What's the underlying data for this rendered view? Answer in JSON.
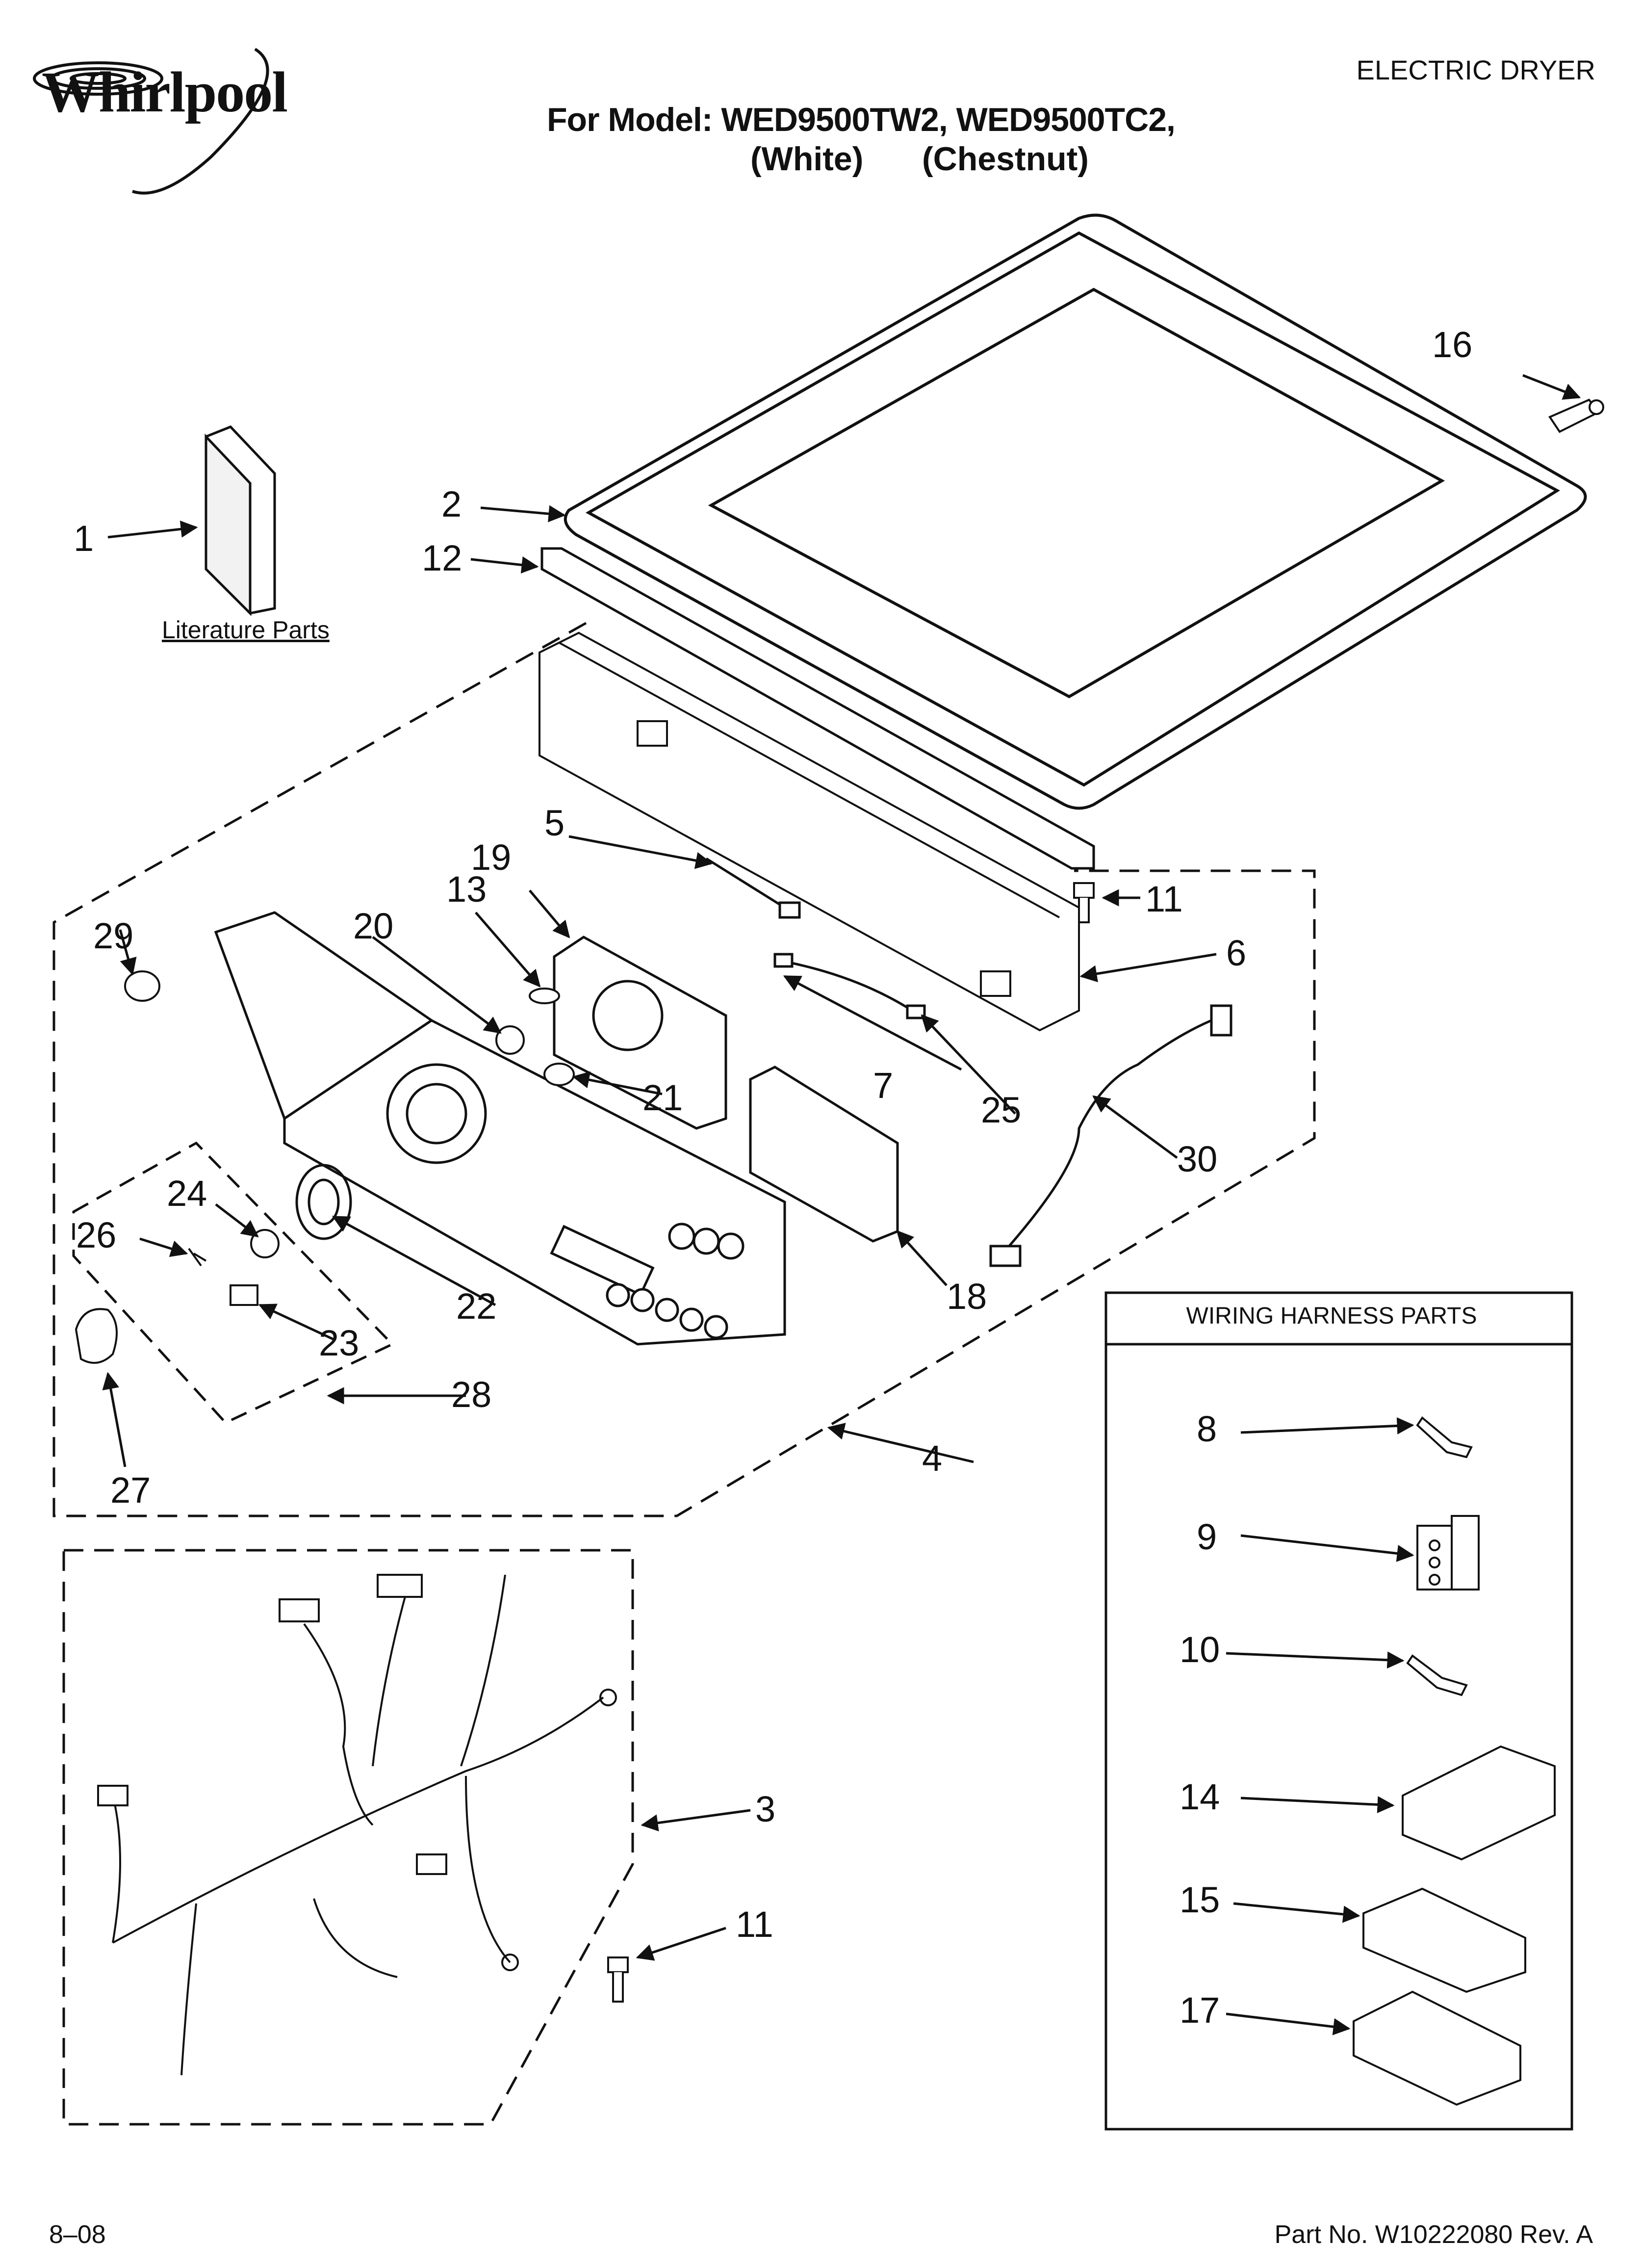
{
  "header": {
    "brand": "Whirlpool",
    "doc_type": "ELECTRIC DRYER",
    "model_line": "For Model: WED9500TW2, WED9500TC2,",
    "variant_white": "(White)",
    "variant_chestnut": "(Chestnut)"
  },
  "literature": {
    "label": "Literature Parts"
  },
  "harness_box": {
    "title": "WIRING HARNESS PARTS"
  },
  "callouts": {
    "c1": "1",
    "c2": "2",
    "c3": "3",
    "c4": "4",
    "c5": "5",
    "c6": "6",
    "c7": "7",
    "c8": "8",
    "c9": "9",
    "c10": "10",
    "c11a": "11",
    "c11b": "11",
    "c12": "12",
    "c13": "13",
    "c14": "14",
    "c15": "15",
    "c16": "16",
    "c17": "17",
    "c18": "18",
    "c19": "19",
    "c20": "20",
    "c21": "21",
    "c22": "22",
    "c23": "23",
    "c24": "24",
    "c25": "25",
    "c26": "26",
    "c27": "27",
    "c28": "28",
    "c29": "29",
    "c30": "30"
  },
  "footer": {
    "date": "8–08",
    "part_no": "Part No. W10222080 Rev. A"
  }
}
